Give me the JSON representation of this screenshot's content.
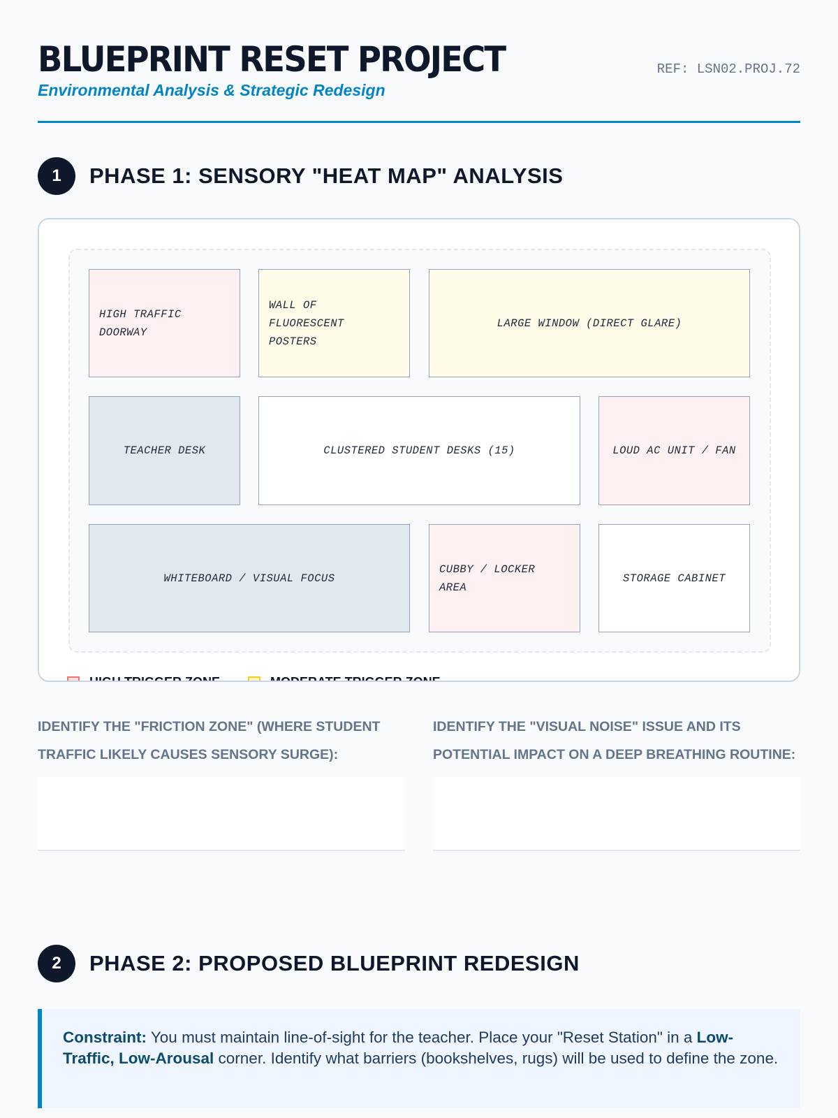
{
  "header": {
    "title": "BLUEPRINT RESET PROJECT",
    "subtitle": "Environmental Analysis & Strategic Redesign",
    "ref": "REF: LSN02.PROJ.72"
  },
  "phase1": {
    "number": "1",
    "title": "PHASE 1: SENSORY \"HEAT MAP\" ANALYSIS",
    "zones": [
      {
        "label": "HIGH TRAFFIC DOORWAY",
        "level": "high"
      },
      {
        "label": "WALL OF FLUORESCENT POSTERS",
        "level": "moderate"
      },
      {
        "label": "LARGE WINDOW (DIRECT GLARE)",
        "level": "moderate"
      },
      {
        "label": "TEACHER DESK",
        "level": "neutral"
      },
      {
        "label": "CLUSTERED STUDENT DESKS (15)",
        "level": "none"
      },
      {
        "label": "LOUD AC UNIT / FAN",
        "level": "high"
      },
      {
        "label": "WHITEBOARD / VISUAL FOCUS",
        "level": "neutral"
      },
      {
        "label": "CUBBY / LOCKER AREA",
        "level": "high"
      },
      {
        "label": "STORAGE CABINET",
        "level": "none"
      }
    ],
    "legend": [
      {
        "label": "HIGH TRIGGER ZONE",
        "color": "#f87171"
      },
      {
        "label": "MODERATE TRIGGER ZONE",
        "color": "#facc15"
      }
    ],
    "questions": [
      {
        "label": "Identify the \"Friction Zone\" (where student traffic likely causes sensory surge):"
      },
      {
        "label": "Identify the \"Visual Noise\" issue and its potential impact on a deep breathing routine:"
      }
    ]
  },
  "phase2": {
    "number": "2",
    "title": "PHASE 2: PROPOSED BLUEPRINT REDESIGN",
    "constraint": {
      "lead": "Constraint:",
      "text1": " You must maintain line-of-sight for the teacher. Place your \"Reset Station\" in a ",
      "bold": "Low-Traffic, Low-Arousal",
      "text2": " corner. Identify what barriers (bookshelves, rugs) will be used to define the zone."
    }
  }
}
